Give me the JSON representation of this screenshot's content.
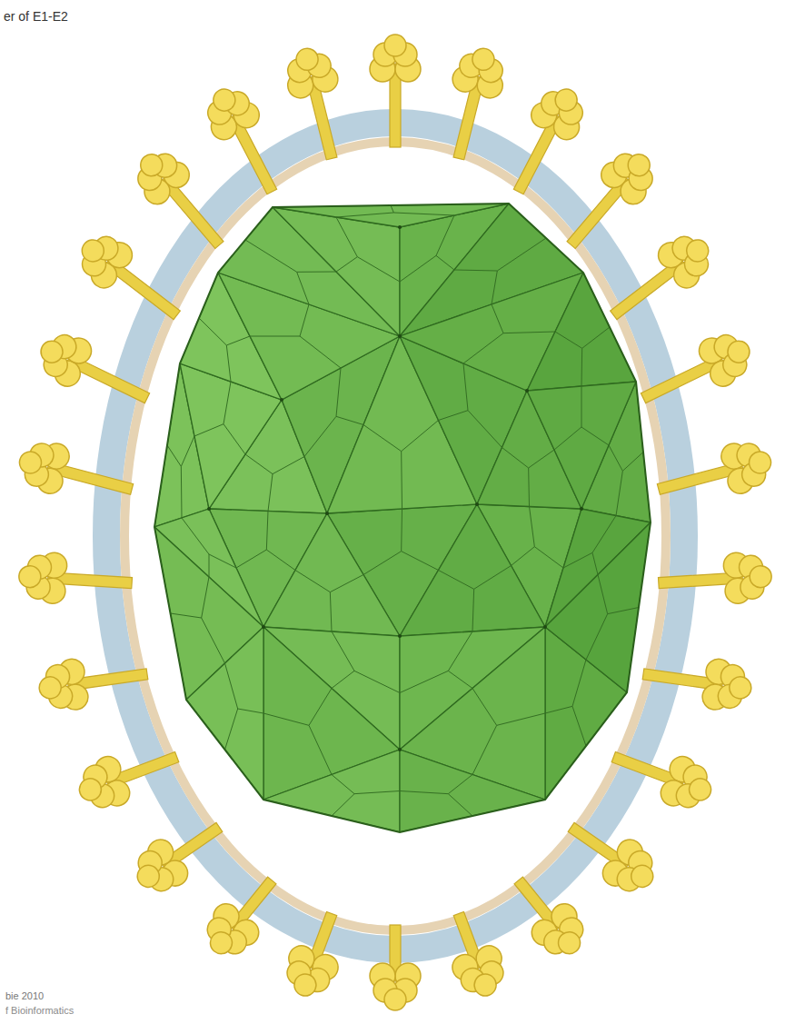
{
  "diagram": {
    "labels": [
      "er of E1-E2",
      "bie 2010",
      "f Bioinformatics"
    ]
  }
}
